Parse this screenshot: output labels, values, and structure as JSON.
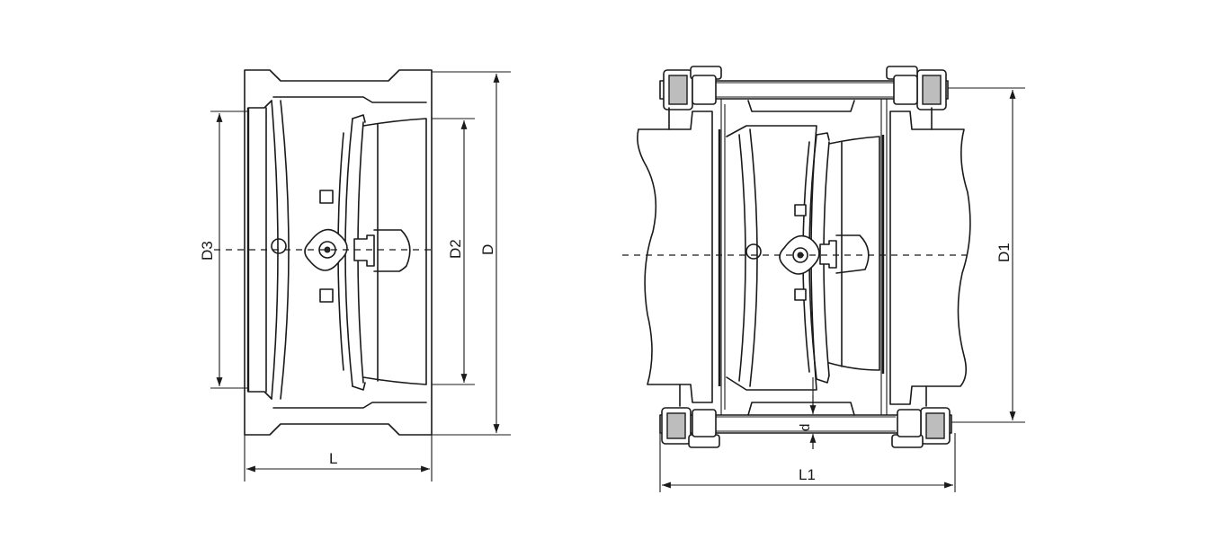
{
  "labels": {
    "d3": "D3",
    "d2": "D2",
    "d": "D",
    "l": "L",
    "d1": "D1",
    "d_small": "d",
    "l1": "L1"
  }
}
